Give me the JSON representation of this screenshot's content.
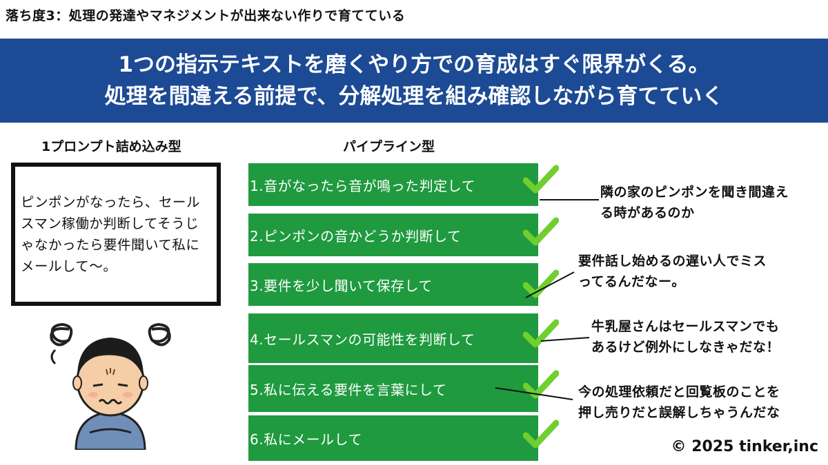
{
  "header": {
    "top_label": "落ち度3：処理の発達やマネジメントが出来ない作りで育てている",
    "banner_line1": "1つの指示テキストを磨くやり方での育成はすぐ限界がくる。",
    "banner_line2": "処理を間違える前提で、分解処理を組み確認しながら育てていく"
  },
  "left": {
    "title": "1プロンプト詰め込み型",
    "prompt_text": "ピンポンがなったら、セールスマン稼働か判断してそうじゃなかったら要件聞いて私にメールして〜。"
  },
  "pipeline": {
    "title": "パイプライン型",
    "steps": [
      {
        "label": "1.音がなったら音が鳴った判定して"
      },
      {
        "label": "2.ピンポンの音かどうか判断して"
      },
      {
        "label": "3.要件を少し聞いて保存して"
      },
      {
        "label": "4.セールスマンの可能性を判断して"
      },
      {
        "label": "5.私に伝える要件を言葉にして"
      },
      {
        "label": "6.私にメールして"
      }
    ],
    "check_color": "#6fcf2f"
  },
  "notes": [
    {
      "line1": "隣の家のピンポンを聞き間違え",
      "line2": "る時があるのか"
    },
    {
      "line1": "要件話し始めるの遅い人でミス",
      "line2": "ってるんだなー。"
    },
    {
      "line1": "牛乳屋さんはセールスマンでも",
      "line2": "あるけど例外にしなきゃだな！"
    },
    {
      "line1": "今の処理依頼だと回覧板のことを",
      "line2": "押し売りだと誤解しちゃうんだな"
    }
  ],
  "footer": {
    "copyright": "© 2025 tinker,inc"
  },
  "colors": {
    "banner": "#1c4a95",
    "step_fill": "#1f9a3f"
  }
}
